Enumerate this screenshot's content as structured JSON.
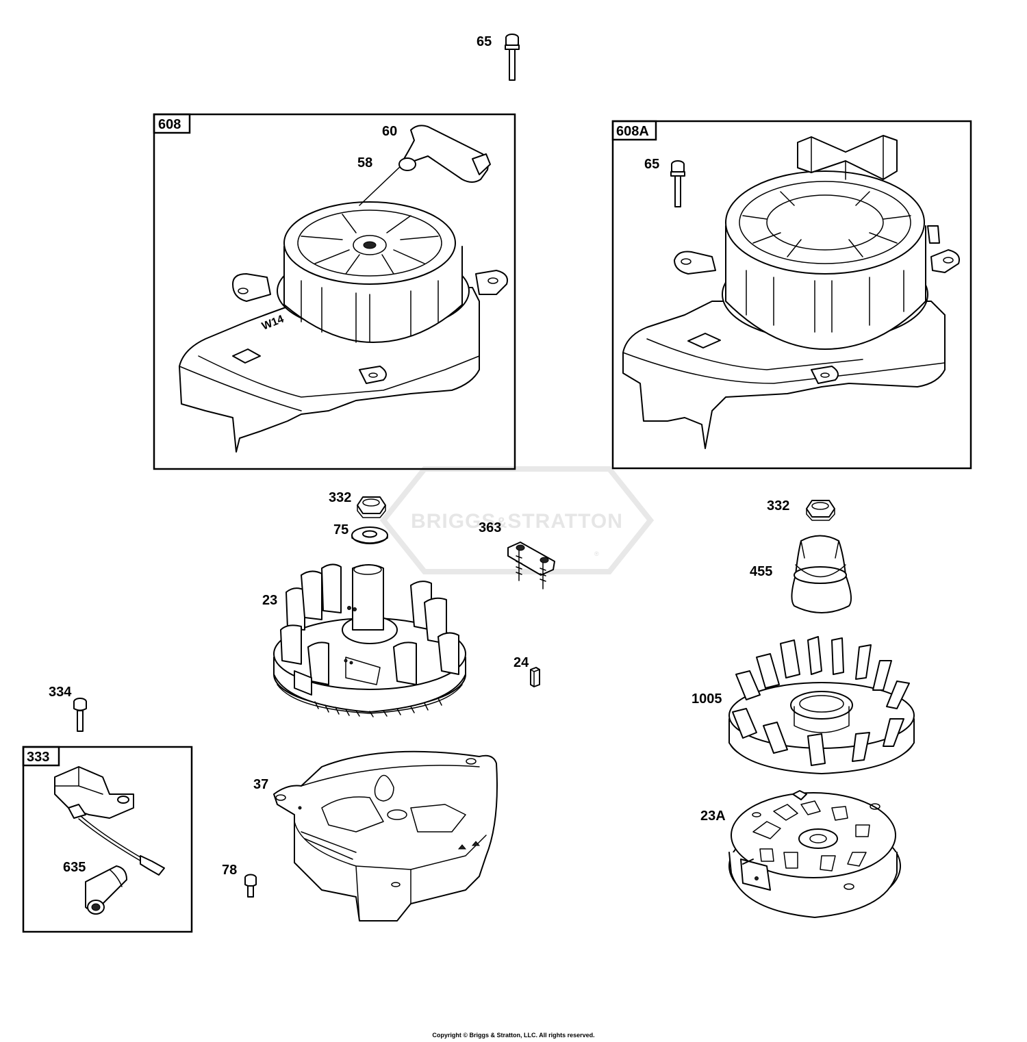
{
  "watermark": {
    "brand": "BRIGGS & STRATTON",
    "brand_left": "BRIGGS",
    "brand_amp": "&",
    "brand_right": "STRATTON",
    "registered_mark": "®"
  },
  "boxes": {
    "b608": "608",
    "b608a": "608A",
    "b333": "333"
  },
  "labels": {
    "l65_top": "65",
    "l60": "60",
    "l58": "58",
    "l65_box": "65",
    "l332_left": "332",
    "l75": "75",
    "l363": "363",
    "l23": "23",
    "l24": "24",
    "l37": "37",
    "l78": "78",
    "l334": "334",
    "l635": "635",
    "l332_right": "332",
    "l455": "455",
    "l1005": "1005",
    "l23a": "23A"
  },
  "shroud_marking": "W14",
  "footer": {
    "copyright": "Copyright © Briggs & Stratton, LLC. All rights reserved."
  }
}
